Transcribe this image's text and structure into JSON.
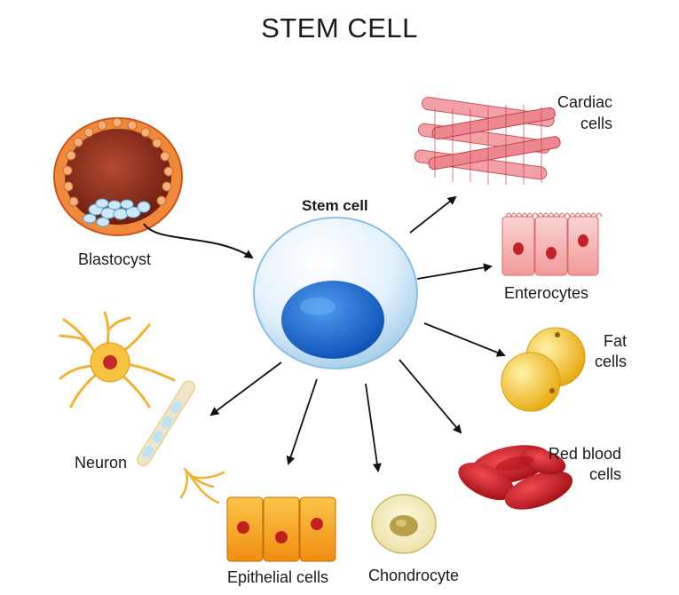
{
  "title": "STEM CELL",
  "labels": {
    "stem_cell": "Stem cell",
    "blastocyst": "Blastocyst",
    "cardiac_line1": "Cardiac",
    "cardiac_line2": "cells",
    "enterocytes": "Enterocytes",
    "fat_line1": "Fat",
    "fat_line2": "cells",
    "rbc_line1": "Red blood",
    "rbc_line2": "cells",
    "neuron": "Neuron",
    "epithelial": "Epithelial cells",
    "chondrocyte": "Chondrocyte"
  },
  "colors": {
    "stem_nucleus": "#1f6fd6",
    "stem_membrane": "#c9e4f7",
    "cardiac": "#f08a92",
    "enterocyte": "#f7b3b3",
    "fat": "#f5c21b",
    "rbc": "#d01f27",
    "neuron": "#f5b52e",
    "epithelial": "#f6a51c",
    "chondrocyte": "#eee7a4",
    "blastocyst": "#e8772a",
    "arrow": "#111111"
  }
}
